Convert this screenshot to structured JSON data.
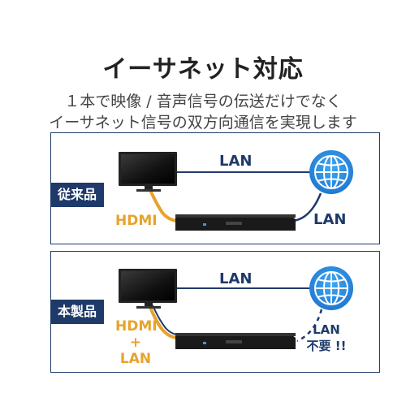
{
  "title": "イーサネット対応",
  "subtitle": {
    "line1": "１本で映像 / 音声信号の伝送だけでなく",
    "line2": "イーサネット信号の双方向通信を実現します"
  },
  "panel_conventional": {
    "tag": "従来品",
    "lan_top": "LAN",
    "lan_right": "LAN",
    "hdmi": "HDMI"
  },
  "panel_this_product": {
    "tag": "本製品",
    "lan_top": "LAN",
    "hdmi_line1": "HDMI",
    "plus": "+",
    "lan_line": "LAN",
    "lan_not_needed_line1": "LAN",
    "lan_not_needed_line2": "不要 !!"
  },
  "colors": {
    "navy": "#1f3a6a",
    "hdmi_cable": "#e7a32a",
    "globe": "#2a8fe0"
  },
  "icons": [
    "tv-icon",
    "blu-ray-recorder-icon",
    "globe-icon"
  ]
}
